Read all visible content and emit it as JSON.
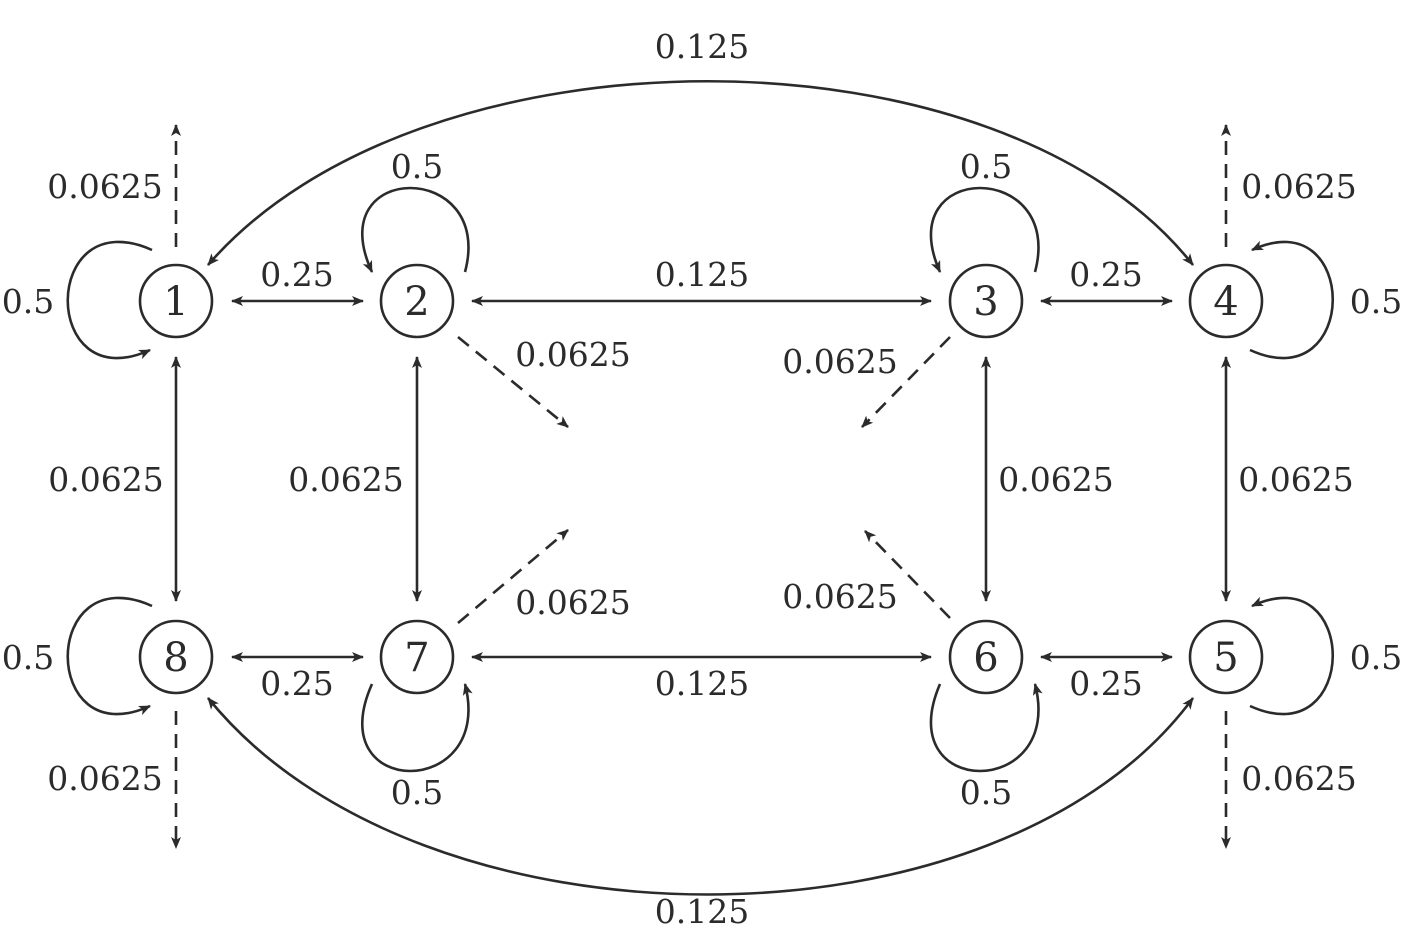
{
  "diagram": {
    "nodes": [
      {
        "id": "n1",
        "label": "1"
      },
      {
        "id": "n2",
        "label": "2"
      },
      {
        "id": "n3",
        "label": "3"
      },
      {
        "id": "n4",
        "label": "4"
      },
      {
        "id": "n5",
        "label": "5"
      },
      {
        "id": "n6",
        "label": "6"
      },
      {
        "id": "n7",
        "label": "7"
      },
      {
        "id": "n8",
        "label": "8"
      }
    ],
    "edges": [
      {
        "id": "e-1-2",
        "from": "1",
        "to": "2",
        "label": "0.25",
        "style": "solid",
        "direction": "both"
      },
      {
        "id": "e-2-3",
        "from": "2",
        "to": "3",
        "label": "0.125",
        "style": "solid",
        "direction": "both"
      },
      {
        "id": "e-3-4",
        "from": "3",
        "to": "4",
        "label": "0.25",
        "style": "solid",
        "direction": "both"
      },
      {
        "id": "e-8-7",
        "from": "8",
        "to": "7",
        "label": "0.25",
        "style": "solid",
        "direction": "both"
      },
      {
        "id": "e-7-6",
        "from": "7",
        "to": "6",
        "label": "0.125",
        "style": "solid",
        "direction": "both"
      },
      {
        "id": "e-6-5",
        "from": "6",
        "to": "5",
        "label": "0.25",
        "style": "solid",
        "direction": "both"
      },
      {
        "id": "e-1-8",
        "from": "1",
        "to": "8",
        "label": "0.0625",
        "style": "solid",
        "direction": "both"
      },
      {
        "id": "e-2-7",
        "from": "2",
        "to": "7",
        "label": "0.0625",
        "style": "solid",
        "direction": "both"
      },
      {
        "id": "e-3-6",
        "from": "3",
        "to": "6",
        "label": "0.0625",
        "style": "solid",
        "direction": "both"
      },
      {
        "id": "e-4-5",
        "from": "4",
        "to": "5",
        "label": "0.0625",
        "style": "solid",
        "direction": "both"
      },
      {
        "id": "e-1-4",
        "from": "1",
        "to": "4",
        "label": "0.125",
        "style": "solid",
        "direction": "both"
      },
      {
        "id": "e-8-5",
        "from": "8",
        "to": "5",
        "label": "0.125",
        "style": "solid",
        "direction": "both"
      },
      {
        "id": "self-1",
        "from": "1",
        "to": "1",
        "label": "0.5",
        "style": "solid",
        "direction": "loop"
      },
      {
        "id": "self-2",
        "from": "2",
        "to": "2",
        "label": "0.5",
        "style": "solid",
        "direction": "loop"
      },
      {
        "id": "self-3",
        "from": "3",
        "to": "3",
        "label": "0.5",
        "style": "solid",
        "direction": "loop"
      },
      {
        "id": "self-4",
        "from": "4",
        "to": "4",
        "label": "0.5",
        "style": "solid",
        "direction": "loop"
      },
      {
        "id": "self-5",
        "from": "5",
        "to": "5",
        "label": "0.5",
        "style": "solid",
        "direction": "loop"
      },
      {
        "id": "self-6",
        "from": "6",
        "to": "6",
        "label": "0.5",
        "style": "solid",
        "direction": "loop"
      },
      {
        "id": "self-7",
        "from": "7",
        "to": "7",
        "label": "0.5",
        "style": "solid",
        "direction": "loop"
      },
      {
        "id": "self-8",
        "from": "8",
        "to": "8",
        "label": "0.5",
        "style": "solid",
        "direction": "loop"
      },
      {
        "id": "exit-1",
        "from": "1",
        "label": "0.0625",
        "style": "dashed",
        "direction": "out"
      },
      {
        "id": "exit-4",
        "from": "4",
        "label": "0.0625",
        "style": "dashed",
        "direction": "out"
      },
      {
        "id": "exit-5",
        "from": "5",
        "label": "0.0625",
        "style": "dashed",
        "direction": "out"
      },
      {
        "id": "exit-8",
        "from": "8",
        "label": "0.0625",
        "style": "dashed",
        "direction": "out"
      },
      {
        "id": "exit-2",
        "from": "2",
        "label": "0.0625",
        "style": "dashed",
        "direction": "out"
      },
      {
        "id": "exit-3",
        "from": "3",
        "label": "0.0625",
        "style": "dashed",
        "direction": "out"
      },
      {
        "id": "exit-7",
        "from": "7",
        "label": "0.0625",
        "style": "dashed",
        "direction": "out"
      },
      {
        "id": "exit-6",
        "from": "6",
        "label": "0.0625",
        "style": "dashed",
        "direction": "out"
      }
    ]
  }
}
